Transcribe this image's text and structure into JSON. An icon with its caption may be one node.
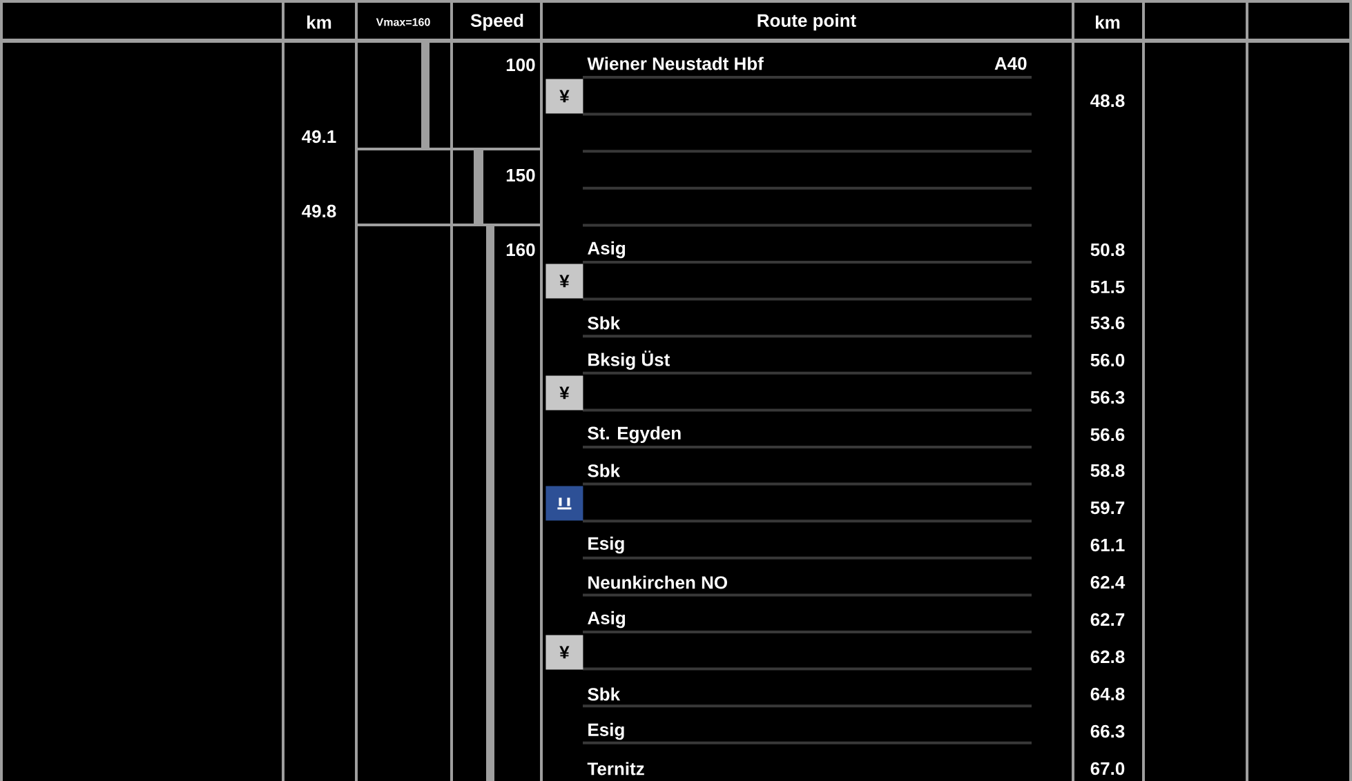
{
  "diagram": {
    "nodes": [
      {
        "text": [
          "¥"
        ]
      },
      {
        "text": [
          "¥"
        ]
      },
      {
        "text": [
          "¥"
        ]
      },
      {
        "text": [],
        "shape": "box"
      },
      {
        "text": [
          "¥"
        ]
      }
    ],
    "labels": [
      "km",
      "Vmax=160",
      "Speed",
      "Route point",
      "km",
      "100",
      "Wiener Neustadt Hbf",
      "A40",
      "48.8",
      "49.1",
      "150",
      "49.8",
      "160",
      "Asig",
      "50.8",
      "51.5",
      "Sbk",
      "53.6",
      "Bksig Üst",
      "56.0",
      "56.3",
      "St. Egyden",
      "56.6",
      "Sbk",
      "58.8",
      "59.7",
      "Esig",
      "61.1",
      "Neunkirchen NO",
      "62.4",
      "Asig",
      "62.7",
      "62.8",
      "Sbk",
      "64.8",
      "Esig",
      "66.3",
      "Ternitz",
      "67.0"
    ]
  }
}
